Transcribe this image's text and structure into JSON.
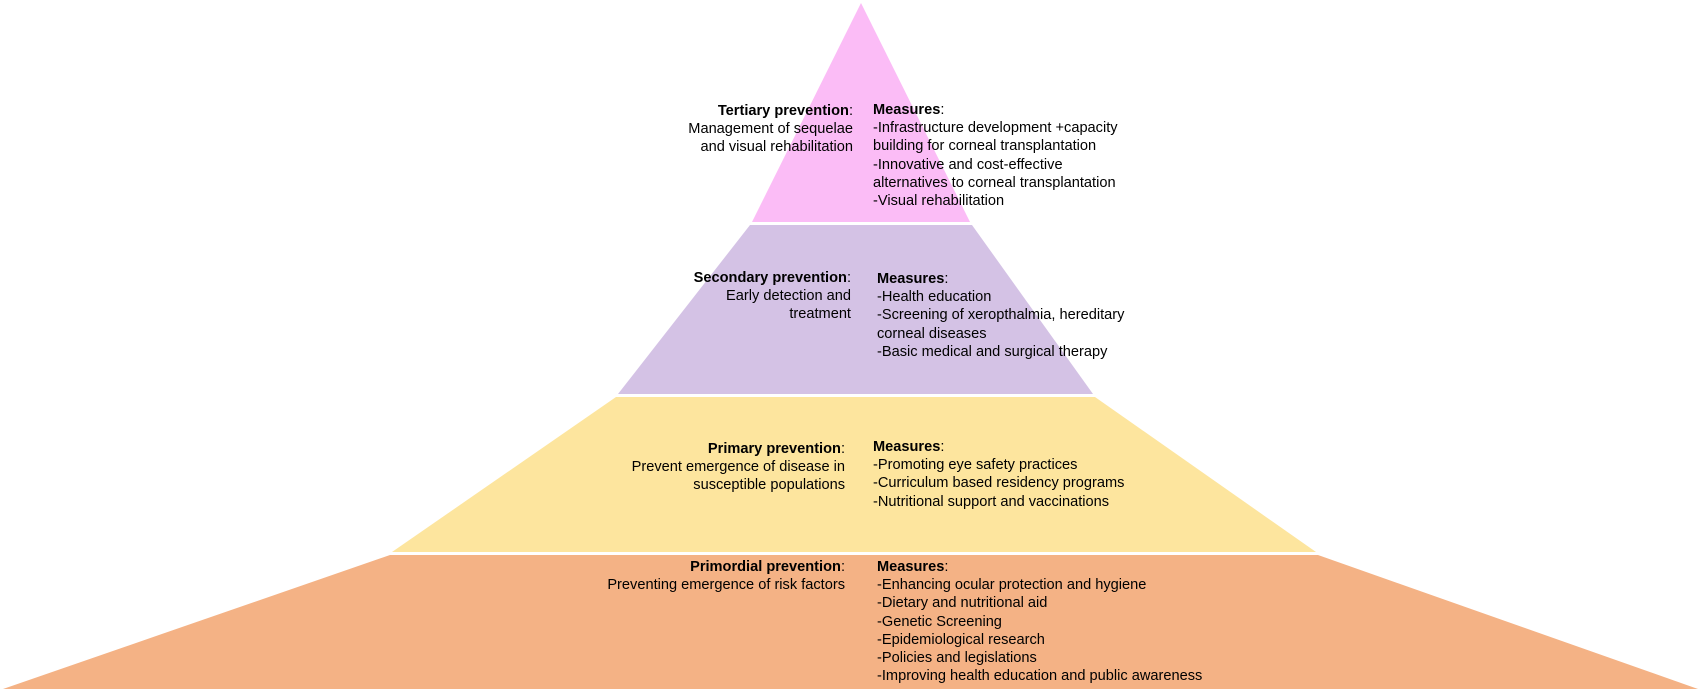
{
  "tiers": [
    {
      "id": "tertiary",
      "color": "#fbbcf6",
      "title": "Tertiary prevention",
      "colon": ":",
      "description": [
        "Management of sequelae",
        "and visual rehabilitation"
      ],
      "measures_title": "Measures",
      "measures": [
        "-Infrastructure development +capacity",
        "building for corneal transplantation",
        "-Innovative and cost-effective",
        "alternatives to corneal transplantation",
        "-Visual rehabilitation"
      ]
    },
    {
      "id": "secondary",
      "color": "#d4c2e5",
      "title": "Secondary prevention",
      "colon": ":",
      "description": [
        "Early detection and",
        "treatment"
      ],
      "measures_title": "Measures",
      "measures": [
        "-Health education",
        "-Screening of xeropthalmia, hereditary",
        "corneal diseases",
        "-Basic medical and surgical therapy"
      ]
    },
    {
      "id": "primary",
      "color": "#fde59e",
      "title": "Primary prevention",
      "colon": ":",
      "description": [
        "Prevent emergence of disease in",
        "susceptible populations"
      ],
      "measures_title": "Measures",
      "measures": [
        "-Promoting eye safety practices",
        "-Curriculum based residency programs",
        "-Nutritional support and vaccinations"
      ]
    },
    {
      "id": "primordial",
      "color": "#f4b285",
      "title": "Primordial prevention",
      "colon": ":",
      "description": [
        "Preventing emergence of risk factors"
      ],
      "measures_title": "Measures",
      "measures": [
        "-Enhancing ocular protection and hygiene",
        "-Dietary and nutritional aid",
        "-Genetic Screening",
        "-Epidemiological research",
        "-Policies and legislations",
        "-Improving health education and public awareness"
      ]
    }
  ]
}
